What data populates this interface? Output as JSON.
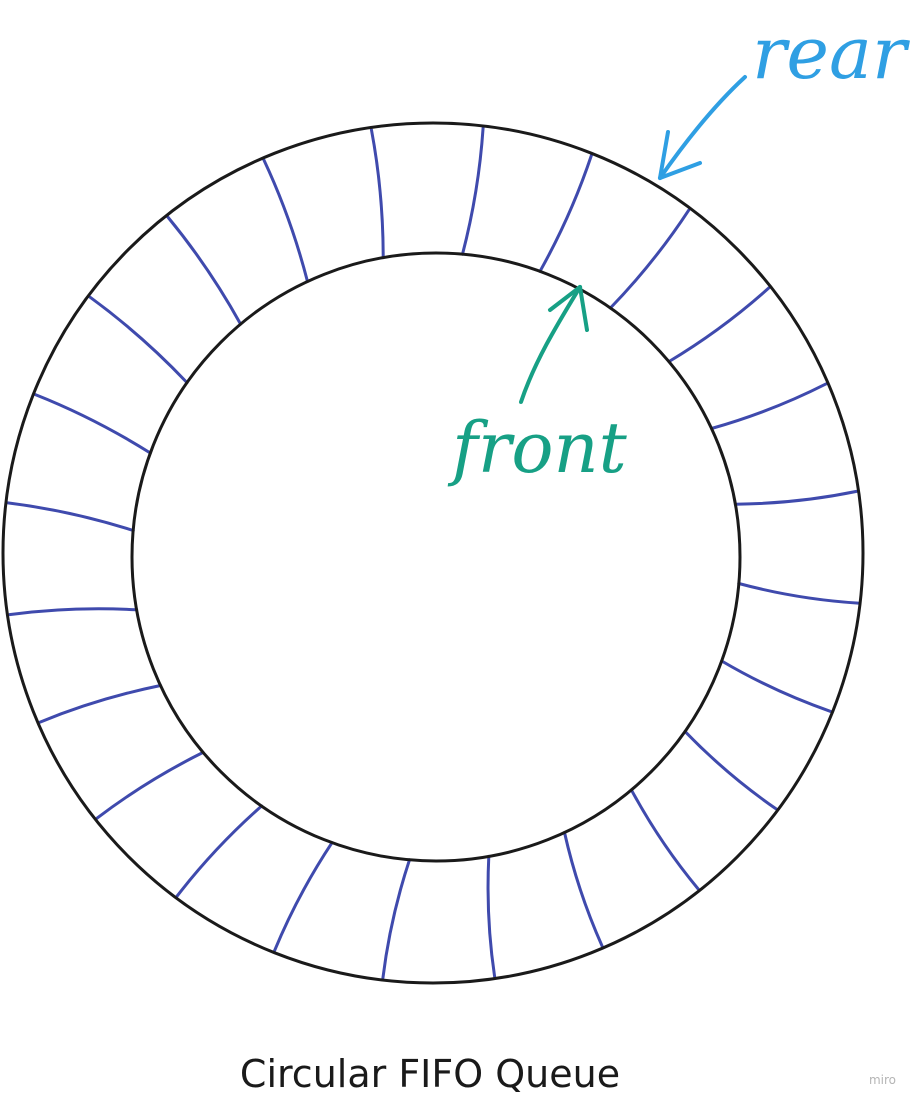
{
  "diagram": {
    "caption": "Circular FIFO Queue",
    "labels": {
      "rear": "rear",
      "front": "front"
    },
    "watermark": "miro",
    "slot_count": 24,
    "colors": {
      "ring": "#1a1a1a",
      "dividers": "#3f4aad",
      "rear": "#2f9fe3",
      "front": "#17a085",
      "caption": "#1a1a1a",
      "watermark": "#b5b5b5"
    }
  }
}
